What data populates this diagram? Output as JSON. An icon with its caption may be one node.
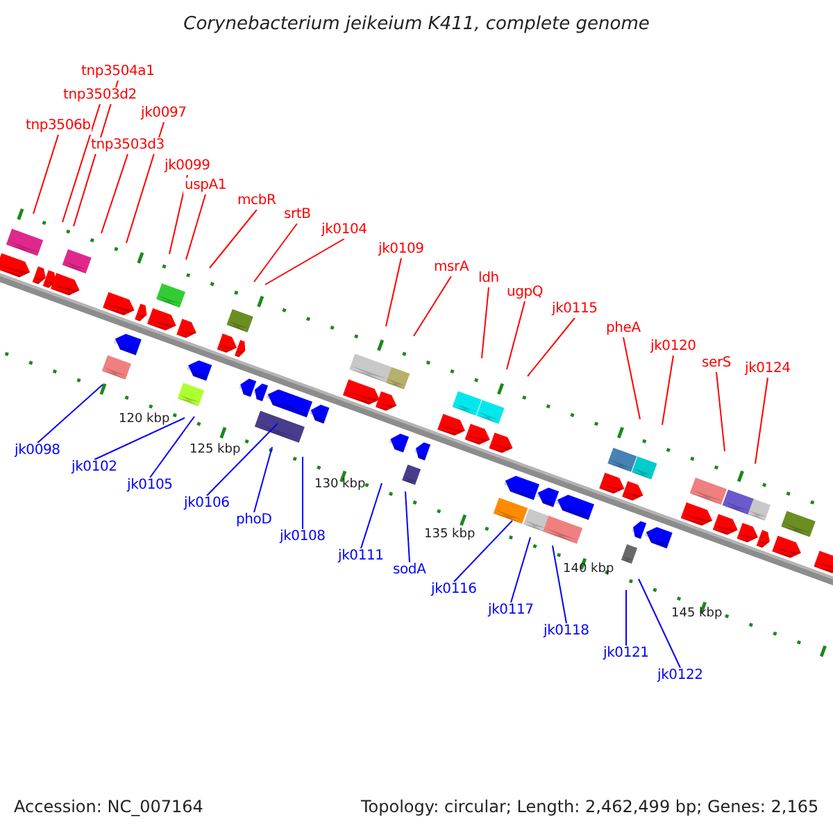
{
  "diagram": {
    "title": "Corynebacterium jeikeium K411, complete genome",
    "nodes": [
      {
        "text": [
          "tnp3506b"
        ]
      },
      {
        "text": [
          "tnp3503d2"
        ]
      },
      {
        "text": [
          "tnp3504a1"
        ]
      },
      {
        "text": [
          "tnp3503d3"
        ]
      },
      {
        "text": [
          "jk0097"
        ]
      },
      {
        "text": [
          "jk0099"
        ]
      },
      {
        "text": [
          "uspA1"
        ]
      },
      {
        "text": [
          "mcbR"
        ]
      },
      {
        "text": [
          "srtB"
        ]
      },
      {
        "text": [
          "jk0104"
        ]
      },
      {
        "text": [
          "jk0109"
        ]
      },
      {
        "text": [
          "msrA"
        ]
      },
      {
        "text": [
          "ldh"
        ]
      },
      {
        "text": [
          "ugpQ"
        ]
      },
      {
        "text": [
          "jk0115"
        ]
      },
      {
        "text": [
          "pheA"
        ]
      },
      {
        "text": [
          "jk0120"
        ]
      },
      {
        "text": [
          "serS"
        ]
      },
      {
        "text": [
          "jk0124"
        ]
      },
      {
        "text": [
          "jk0098"
        ]
      },
      {
        "text": [
          "jk0102"
        ]
      },
      {
        "text": [
          "jk0105"
        ]
      },
      {
        "text": [
          "jk0106"
        ]
      },
      {
        "text": [
          "phoD"
        ]
      },
      {
        "text": [
          "jk0108"
        ]
      },
      {
        "text": [
          "jk0111"
        ]
      },
      {
        "text": [
          "sodA"
        ]
      },
      {
        "text": [
          "jk0116"
        ]
      },
      {
        "text": [
          "jk0117"
        ]
      },
      {
        "text": [
          "jk0118"
        ]
      },
      {
        "text": [
          "jk0121"
        ]
      },
      {
        "text": [
          "jk0122"
        ]
      }
    ],
    "edges": [
      {
        "from": 0,
        "to": null,
        "arrow": "none"
      },
      {
        "from": 1,
        "to": null,
        "arrow": "none"
      },
      {
        "from": 2,
        "to": null,
        "arrow": "none"
      },
      {
        "from": 3,
        "to": null,
        "arrow": "none"
      },
      {
        "from": 4,
        "to": null,
        "arrow": "none"
      },
      {
        "from": 5,
        "to": null,
        "arrow": "none"
      },
      {
        "from": 6,
        "to": null,
        "arrow": "none"
      },
      {
        "from": 7,
        "to": null,
        "arrow": "none"
      },
      {
        "from": 8,
        "to": null,
        "arrow": "none"
      },
      {
        "from": 9,
        "to": null,
        "arrow": "none"
      },
      {
        "from": 10,
        "to": null,
        "arrow": "none"
      },
      {
        "from": 11,
        "to": null,
        "arrow": "none"
      },
      {
        "from": 12,
        "to": null,
        "arrow": "none"
      },
      {
        "from": 13,
        "to": null,
        "arrow": "none"
      },
      {
        "from": 14,
        "to": null,
        "arrow": "none"
      },
      {
        "from": 15,
        "to": null,
        "arrow": "none"
      },
      {
        "from": 16,
        "to": null,
        "arrow": "none"
      },
      {
        "from": 17,
        "to": null,
        "arrow": "none"
      },
      {
        "from": 18,
        "to": null,
        "arrow": "none"
      },
      {
        "from": 19,
        "to": null,
        "arrow": "none",
        "color": "#0000ff"
      },
      {
        "from": 20,
        "to": null,
        "arrow": "none",
        "color": "#0000ff"
      },
      {
        "from": 21,
        "to": null,
        "arrow": "none",
        "color": "#0000ff"
      },
      {
        "from": 22,
        "to": null,
        "arrow": "none",
        "color": "#0000ff"
      },
      {
        "from": 23,
        "to": null,
        "arrow": "none",
        "color": "#0000ff"
      },
      {
        "from": 24,
        "to": null,
        "arrow": "none",
        "color": "#0000ff"
      },
      {
        "from": 25,
        "to": null,
        "arrow": "none",
        "color": "#0000ff"
      },
      {
        "from": 26,
        "to": null,
        "arrow": "none",
        "color": "#0000ff"
      },
      {
        "from": 27,
        "to": null,
        "arrow": "none",
        "color": "#0000ff"
      },
      {
        "from": 28,
        "to": null,
        "arrow": "none",
        "color": "#0000ff"
      },
      {
        "from": 29,
        "to": null,
        "arrow": "none",
        "color": "#0000ff"
      },
      {
        "from": 30,
        "to": null,
        "arrow": "none",
        "color": "#0000ff"
      },
      {
        "from": 31,
        "to": null,
        "arrow": "none",
        "color": "#0000ff"
      }
    ],
    "labels": [
      "120 kbp",
      "125 kbp",
      "130 kbp",
      "135 kbp",
      "140 kbp",
      "145 kbp",
      "Accession: NC_007164",
      "Topology: circular; Length: 2,462,499 bp; Genes: 2,165"
    ]
  }
}
